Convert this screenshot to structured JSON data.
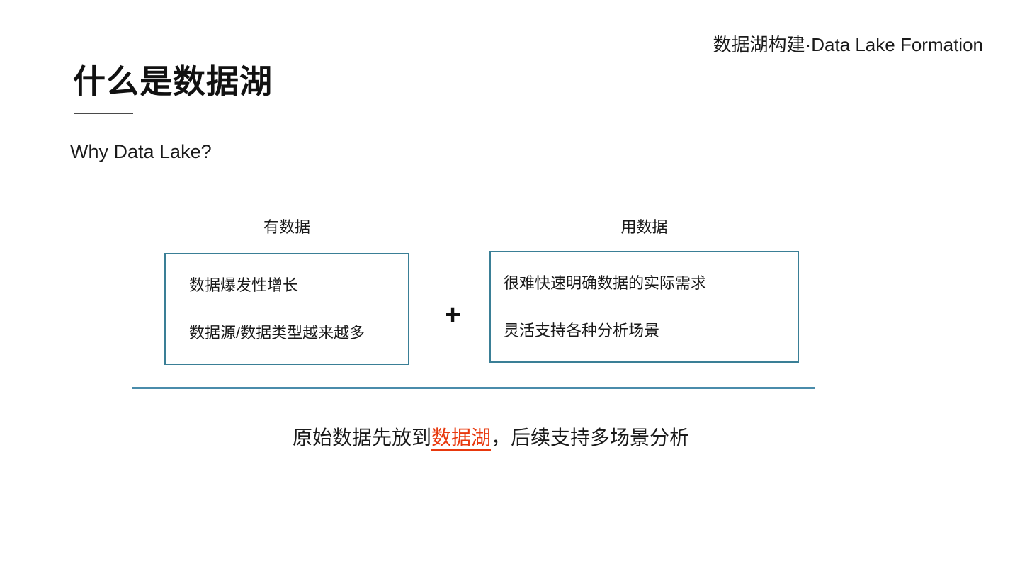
{
  "slide": {
    "kicker": "数据湖构建·Data Lake Formation",
    "title": "什么是数据湖",
    "subtitle": "Why Data Lake?",
    "accent_color": "#3a7f96",
    "divider_color": "#4a8cab",
    "highlight_color": "#e8380d",
    "background_color": "#ffffff"
  },
  "columns": [
    {
      "label": "有数据",
      "lines": [
        "数据爆发性增长",
        "数据源/数据类型越来越多"
      ]
    },
    {
      "label": "用数据",
      "lines": [
        "很难快速明确数据的实际需求",
        "灵活支持各种分析场景"
      ]
    }
  ],
  "operator": "+",
  "conclusion": {
    "prefix": "原始数据先放到",
    "highlight": "数据湖",
    "suffix": "，后续支持多场景分析"
  }
}
